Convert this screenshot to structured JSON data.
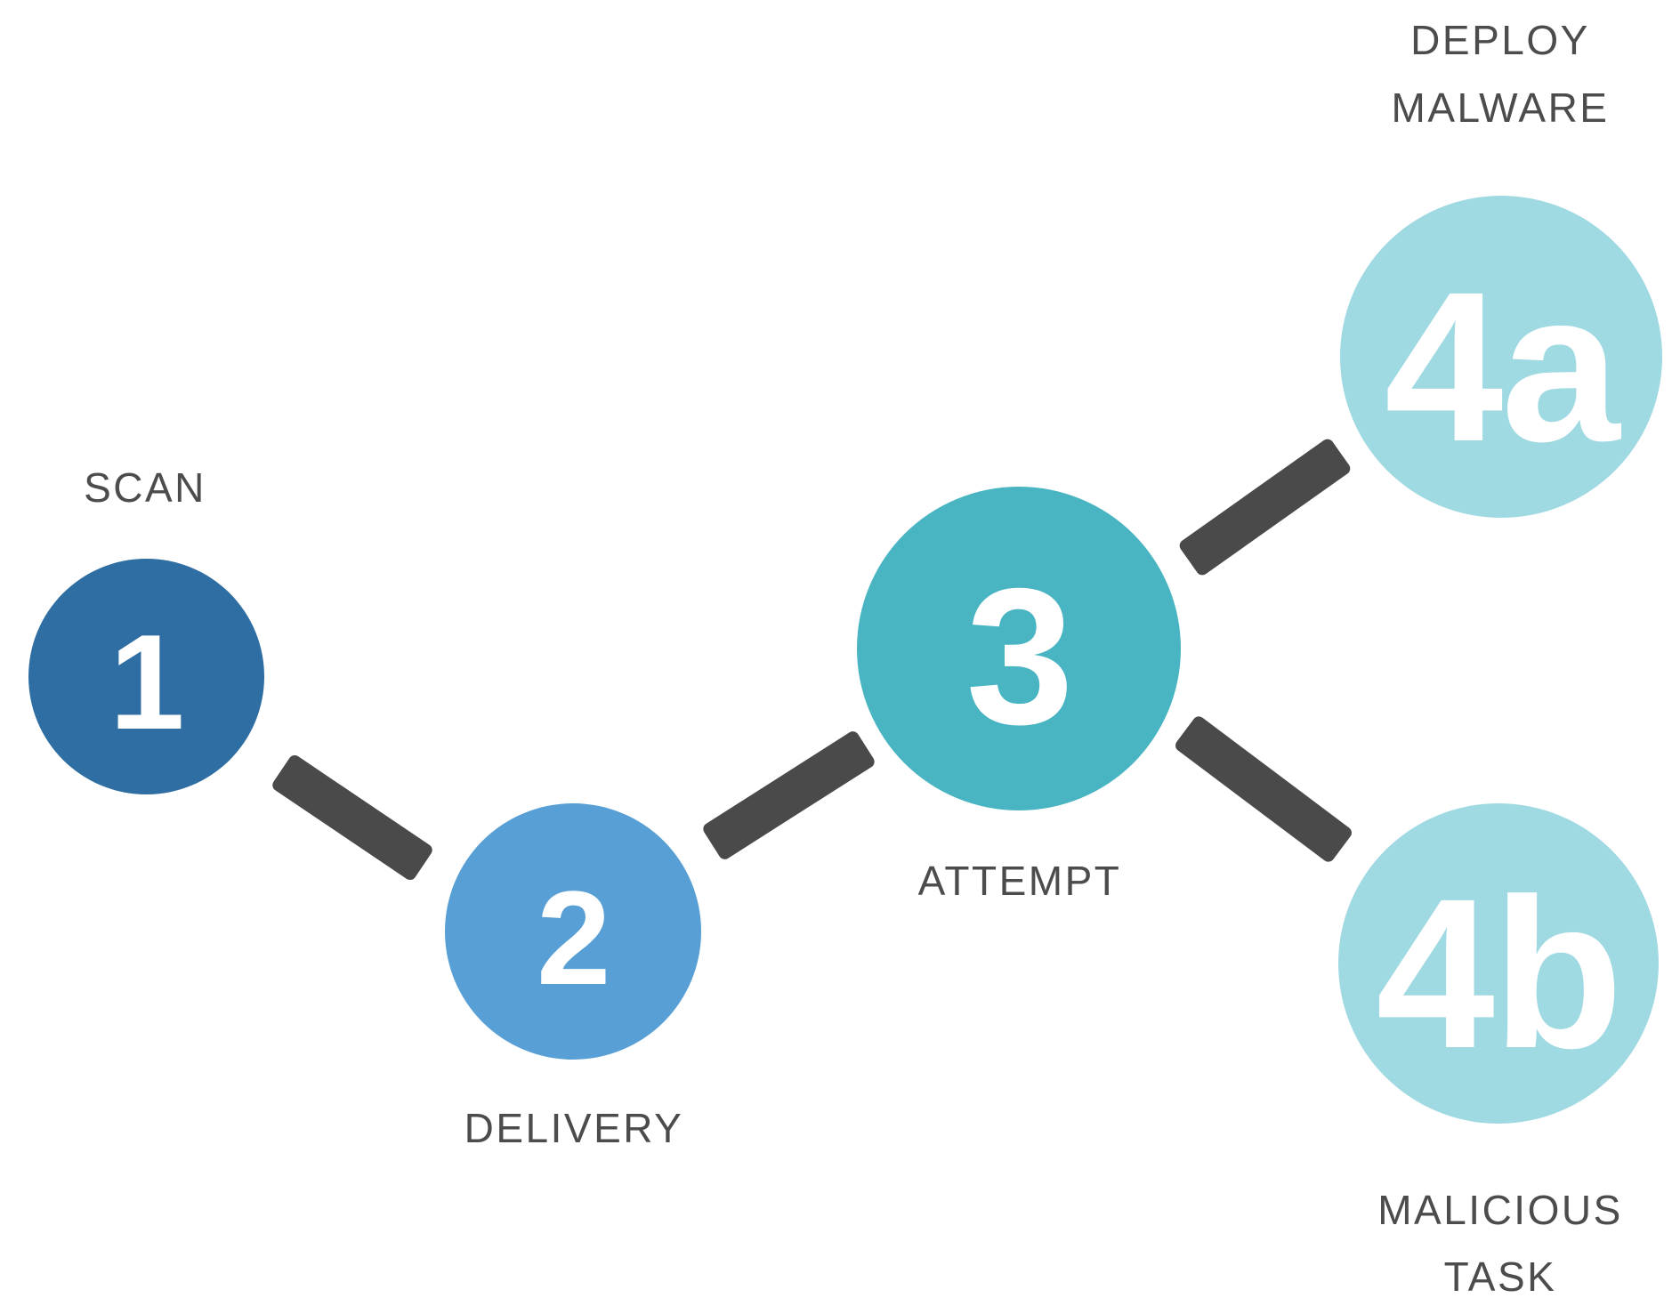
{
  "diagram": {
    "nodes": [
      {
        "id": "1",
        "number": "1",
        "label": "SCAN",
        "color": "#2f6ea3"
      },
      {
        "id": "2",
        "number": "2",
        "label": "DELIVERY",
        "color": "#579fd4"
      },
      {
        "id": "3",
        "number": "3",
        "label": "ATTEMPT",
        "color": "#49b4c2"
      },
      {
        "id": "4a",
        "number": "4a",
        "label_lines": [
          "DEPLOY",
          "MALWARE"
        ],
        "color": "#9fd9e2"
      },
      {
        "id": "4b",
        "number": "4b",
        "label_lines": [
          "MALICIOUS",
          "TASK"
        ],
        "color": "#9fd9e2"
      }
    ],
    "connectors": [
      {
        "from": "1",
        "to": "2"
      },
      {
        "from": "2",
        "to": "3"
      },
      {
        "from": "3",
        "to": "4a"
      },
      {
        "from": "3",
        "to": "4b"
      }
    ],
    "colors": {
      "connector": "#4a4a4a",
      "label_text": "#4c4c4c",
      "number_text": "#ffffff",
      "background": "#ffffff"
    }
  }
}
